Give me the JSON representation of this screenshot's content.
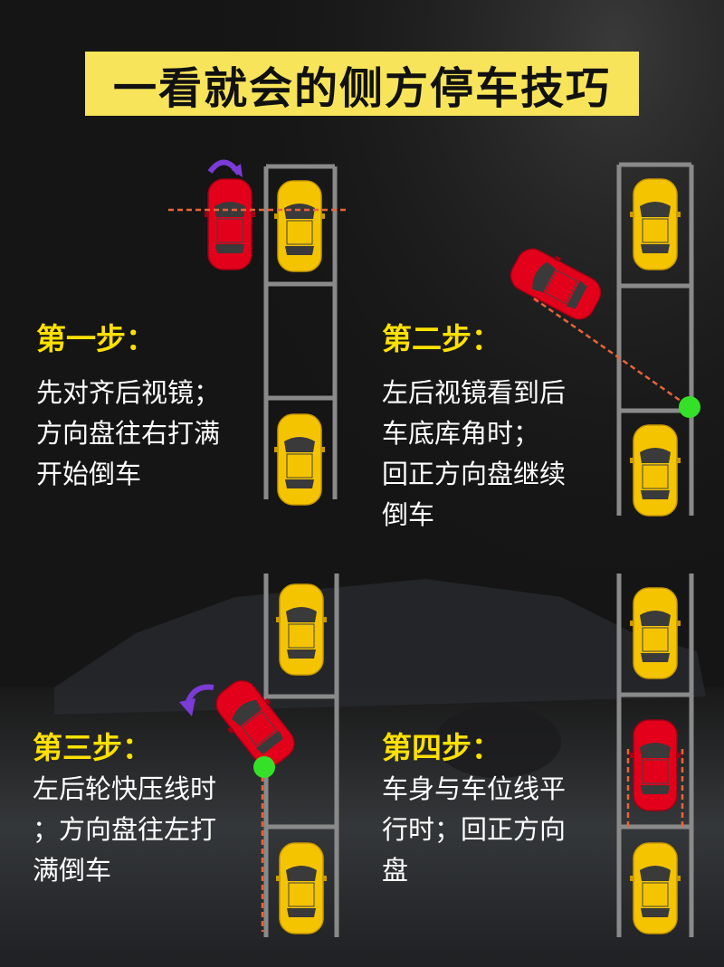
{
  "title": "一看就会的侧方停车技巧",
  "colors": {
    "title_bg": "#f7e45a",
    "step_heading": "#ffe100",
    "step_text": "#ffffff",
    "yellow_car": "#f5c400",
    "red_car": "#e3001b",
    "guide_line": "#e8643a",
    "marker": "#35e029",
    "arrow": "#7b3bd6"
  },
  "steps": [
    {
      "heading": "第一步：",
      "lines": [
        "先对齐后视镜；",
        "方向盘往右打满",
        "开始倒车"
      ]
    },
    {
      "heading": "第二步：",
      "lines": [
        "左后视镜看到后",
        "车底库角时；",
        "回正方向盘继续",
        "倒车"
      ]
    },
    {
      "heading": "第三步：",
      "lines": [
        "左后轮快压线时",
        "；方向盘往左打",
        "满倒车"
      ]
    },
    {
      "heading": "第四步：",
      "lines": [
        "车身与车位线平",
        "行时；回正方向",
        "盘"
      ]
    }
  ]
}
